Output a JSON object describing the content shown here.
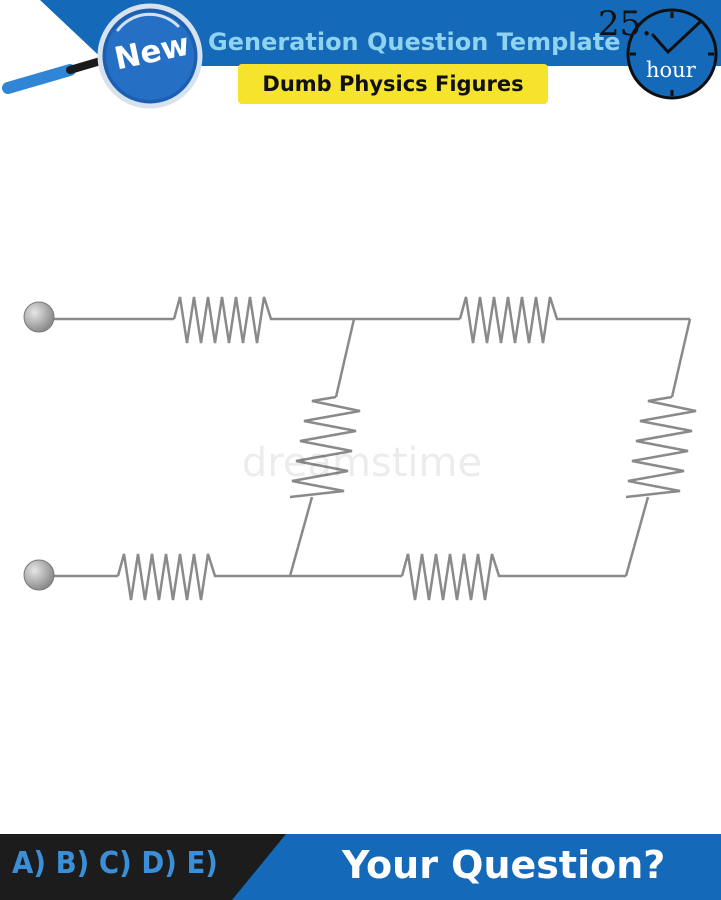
{
  "header": {
    "badge_label": "New",
    "title": "Generation Question Template",
    "subtitle": "Dumb Physics Figures",
    "timer": {
      "number": "25.",
      "unit": "hour"
    }
  },
  "watermark": "dreamstime",
  "footer": {
    "answer_options": "A) B) C) D) E)",
    "question_prompt": "Your Question?"
  },
  "colors": {
    "header_blue": "#1469b8",
    "title_text": "#8fd3ef",
    "subtitle_fill": "#f5e32c",
    "footer_dark": "#1c1c1c",
    "wire": "#8a8a8a"
  },
  "icons": [
    "magnifier-icon",
    "clock-icon",
    "terminal-icon",
    "resistor-icon"
  ]
}
